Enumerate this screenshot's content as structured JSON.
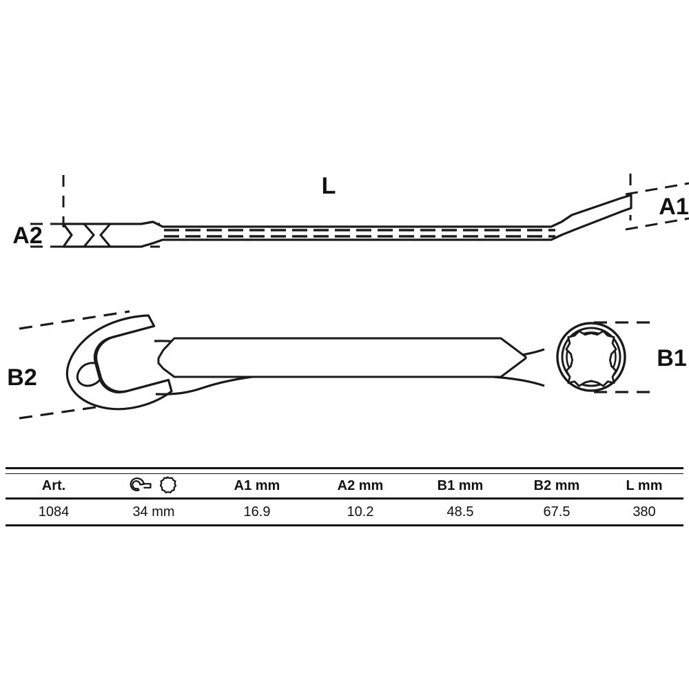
{
  "drawing": {
    "title": "combination-spanner-technical-drawing",
    "views": {
      "side_view": {
        "labels": {
          "length": "L",
          "head_thickness_ring": "A1",
          "head_thickness_open": "A2"
        }
      },
      "plan_view": {
        "labels": {
          "ring_head_width": "B1",
          "open_head_width": "B2"
        }
      }
    },
    "line_color": "#1a1a1a",
    "background_color": "#ffffff"
  },
  "table": {
    "headers": [
      "Art.",
      "",
      "A1  mm",
      "A2 mm",
      "B1 mm",
      "B2 mm",
      "L  mm"
    ],
    "header_icons": [
      "open-end-wrench-icon",
      "ring-spanner-icon"
    ],
    "rows": [
      {
        "art": "1084",
        "size": "34 mm",
        "a1": "16.9",
        "a2": "10.2",
        "b1": "48.5",
        "b2": "67.5",
        "l": "380"
      }
    ]
  }
}
